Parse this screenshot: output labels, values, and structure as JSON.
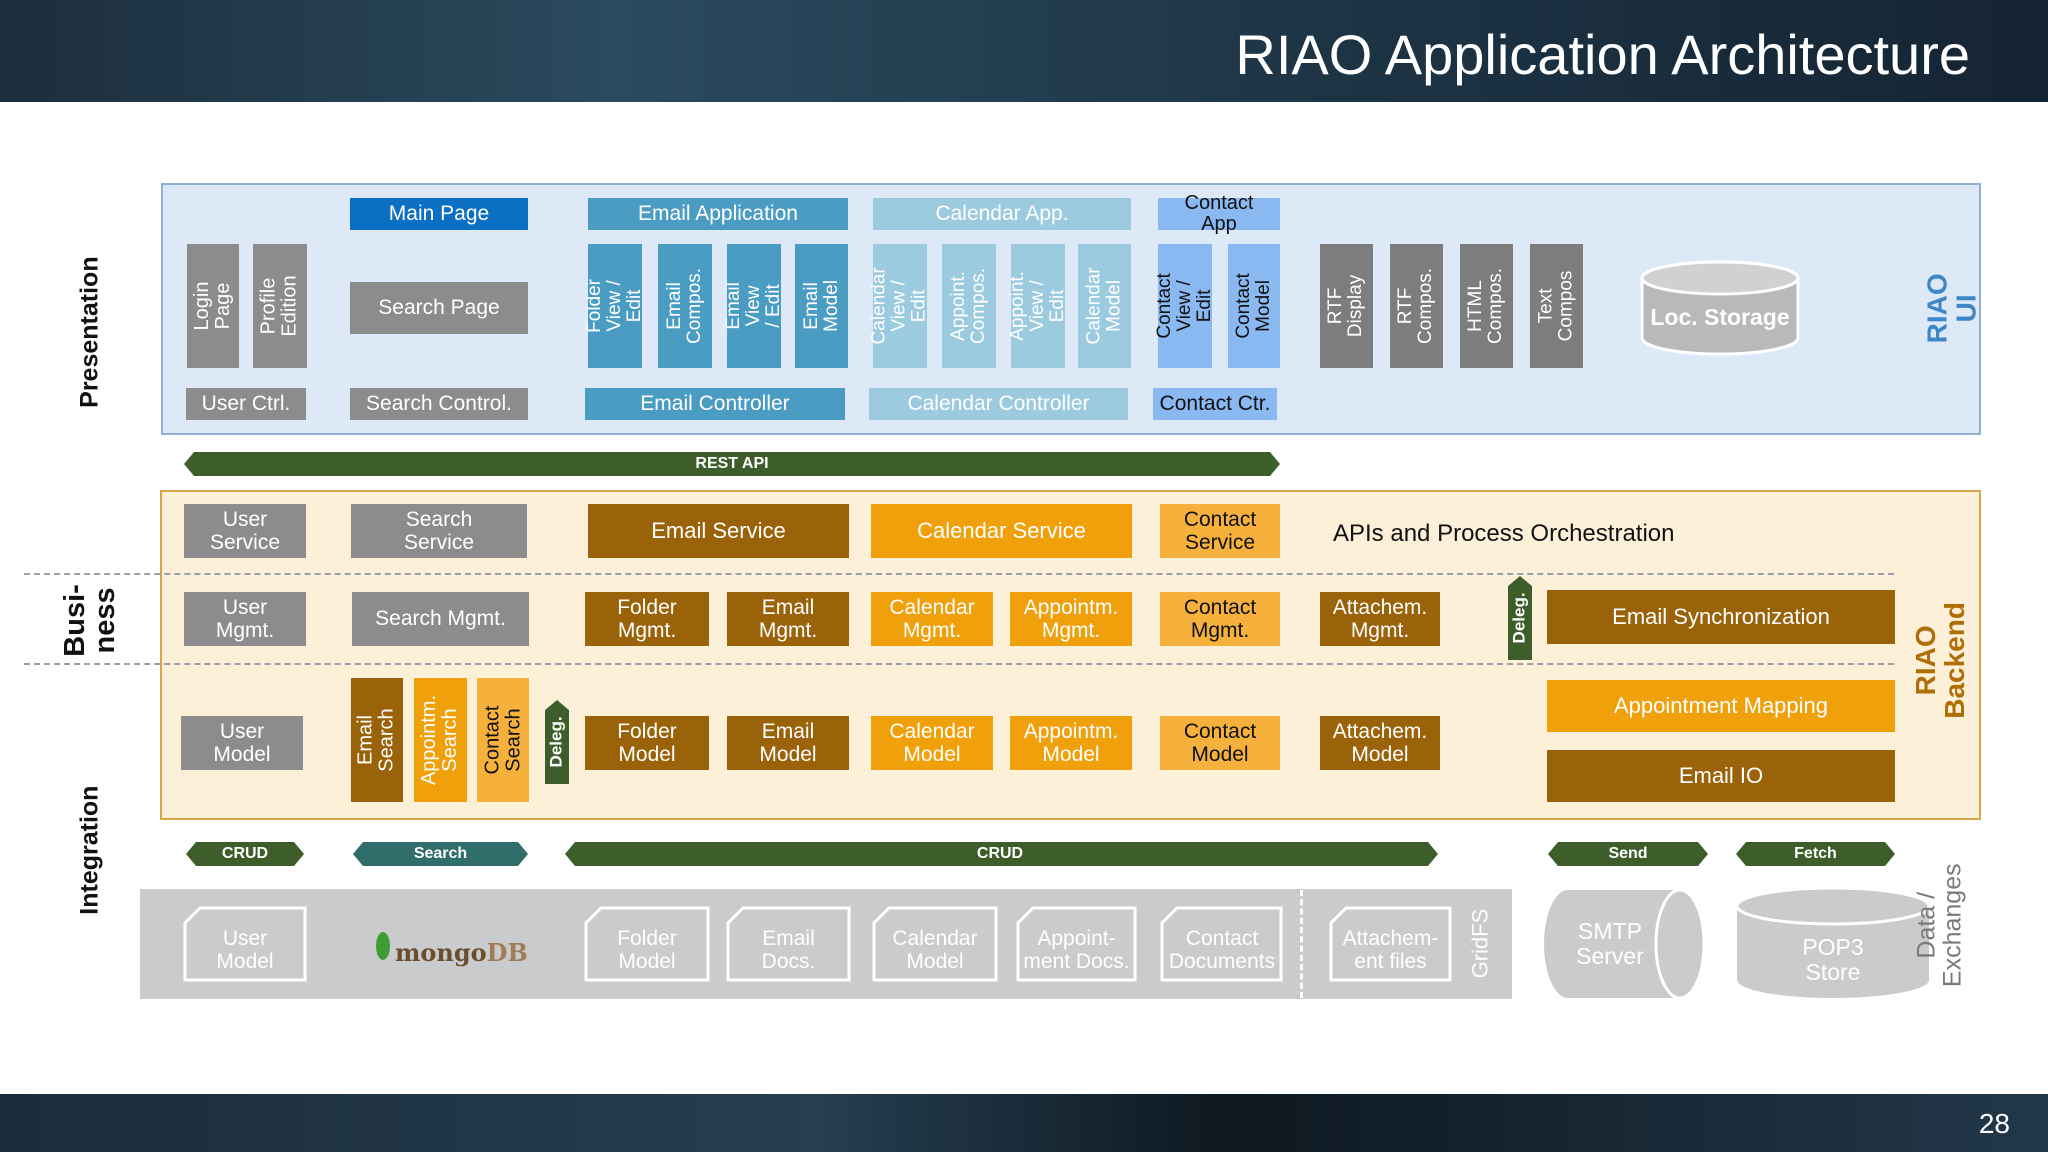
{
  "title": "RIAO Application Architecture",
  "page_number": "28",
  "side_labels": {
    "presentation": "Presentation",
    "business": "Busi-\nness",
    "integration": "Integration"
  },
  "layer_labels": {
    "riao_ui": "RIAO UI",
    "riao_backend": "RIAO Backend",
    "data_exchanges": "Data /\nExchanges"
  },
  "ui": {
    "login_page": "Login Page",
    "profile_edition": "Profile\nEdition",
    "user_ctrl": "User Ctrl.",
    "main_page": "Main Page",
    "search_page": "Search Page",
    "search_control": "Search Control.",
    "email_application": "Email Application",
    "folder_view_edit": "Folder\nView / Edit",
    "email_compos": "Email\nCompos.",
    "email_view_edit": "Email View\n/ Edit",
    "email_model": "Email\nModel",
    "email_controller": "Email Controller",
    "calendar_app": "Calendar App.",
    "calendar_view_edit": "Calendar\nView / Edit",
    "appoint_compos": "Appoint.\nCompos.",
    "appoint_view_edit": "Appoint.\nView / Edit",
    "calendar_model": "Calendar\nModel",
    "calendar_controller": "Calendar Controller",
    "contact_app": "Contact\nApp",
    "contact_view_edit": "Contact\nView / Edit",
    "contact_model": "Contact\nModel",
    "contact_ctr": "Contact Ctr.",
    "rtf_display": "RTF\nDisplay",
    "rtf_compos": "RTF\nCompos.",
    "html_compos": "HTML\nCompos.",
    "text_compos": "Text\nCompos",
    "loc_storage": "Loc. Storage"
  },
  "rest_api": "REST API",
  "backend": {
    "user_service": "User\nService",
    "search_service": "Search\nService",
    "email_service": "Email Service",
    "calendar_service": "Calendar Service",
    "contact_service": "Contact\nService",
    "apis_orchestration": "APIs and Process Orchestration",
    "user_mgmt": "User\nMgmt.",
    "search_mgmt": "Search Mgmt.",
    "folder_mgmt": "Folder\nMgmt.",
    "email_mgmt": "Email\nMgmt.",
    "calendar_mgmt": "Calendar\nMgmt.",
    "appointm_mgmt": "Appointm.\nMgmt.",
    "contact_mgmt": "Contact\nMgmt.",
    "attachem_mgmt": "Attachem.\nMgmt.",
    "deleg_top": "Deleg.",
    "email_synchronization": "Email Synchronization",
    "user_model": "User\nModel",
    "email_search": "Email\nSearch",
    "appointm_search": "Appointm.\nSearch",
    "contact_search": "Contact\nSearch",
    "deleg_bottom": "Deleg.",
    "folder_model": "Folder\nModel",
    "email_model": "Email\nModel",
    "calendar_model": "Calendar\nModel",
    "appointm_model": "Appointm.\nModel",
    "contact_model": "Contact\nModel",
    "attachem_model": "Attachem.\nModel",
    "appointment_mapping": "Appointment Mapping",
    "email_io": "Email IO"
  },
  "arrows": {
    "crud_left": "CRUD",
    "search": "Search",
    "crud_main": "CRUD",
    "send": "Send",
    "fetch": "Fetch"
  },
  "storage": {
    "user_model": "User\nModel",
    "mongodb_prefix": "mongo",
    "mongodb_suffix": "DB",
    "folder_model": "Folder\nModel",
    "email_docs": "Email\nDocs.",
    "calendar_model": "Calendar\nModel",
    "appointment_docs": "Appoint-\nment Docs.",
    "contact_documents": "Contact\nDocuments",
    "attachment_files": "Attachem-\nent files",
    "gridfs": "GridFS",
    "smtp_server": "SMTP\nServer",
    "pop3_store": "POP3\nStore"
  },
  "colors": {
    "header_bg": "#1f3748",
    "ui_region_bg": "#dde9f7",
    "ui_gray": "#8c8c8c",
    "main_blue": "#0b6fc4",
    "email_teal": "#4b9cc2",
    "calendar_light": "#9ccbe0",
    "contact_blue": "#8ab9f2",
    "backend_bg": "#fdf0d9",
    "dark_orange": "#9a6209",
    "orange": "#f0a00a",
    "light_orange": "#f5b13c",
    "green_arrow": "#3d5e2a",
    "teal_arrow": "#2f6e6b",
    "storage_gray": "#c9cbcd"
  }
}
